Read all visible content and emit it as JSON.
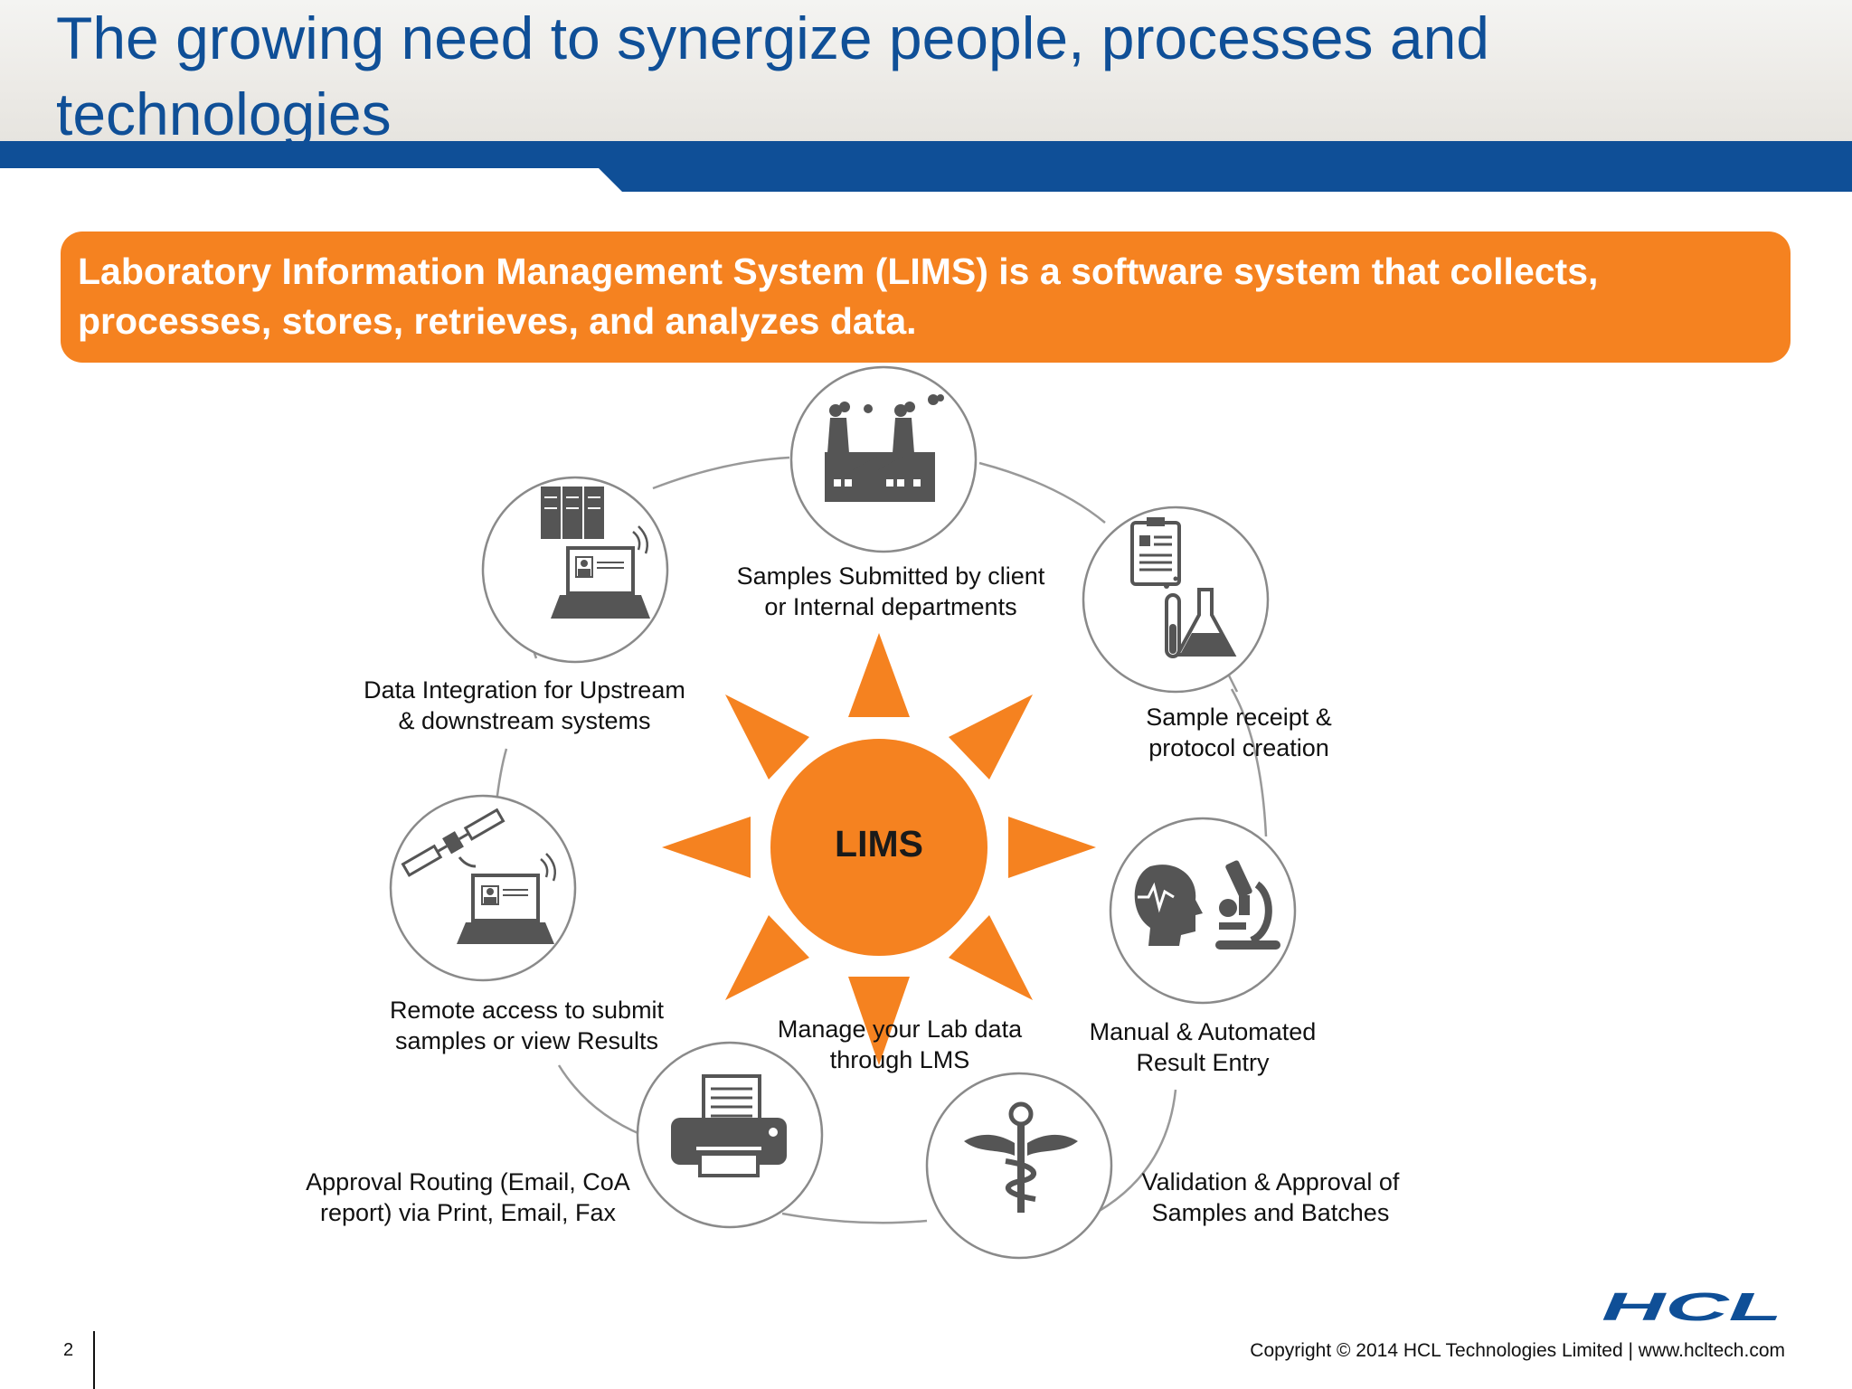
{
  "slide": {
    "title": "The growing need to synergize people, processes and technologies",
    "banner": "Laboratory Information Management System (LIMS) is a software system that collects, processes, stores, retrieves, and analyzes data.",
    "page_number": "2",
    "copyright": "Copyright © 2014 HCL Technologies Limited  |  www.hcltech.com",
    "logo_text": "HCL"
  },
  "diagram": {
    "center": "LIMS",
    "colors": {
      "orange": "#f58220",
      "blue": "#0f4f97",
      "icon": "#555555",
      "ring": "#999999"
    },
    "nodes": [
      {
        "icon": "factory-icon",
        "label_1": "Samples Submitted by client",
        "label_2": "or Internal departments"
      },
      {
        "icon": "clipboard-flask-icon",
        "label_1": "Sample receipt &",
        "label_2": "protocol creation"
      },
      {
        "icon": "head-microscope-icon",
        "label_1": "Manual & Automated",
        "label_2": "Result Entry"
      },
      {
        "icon": "caduceus-icon",
        "label_1": "Validation & Approval of",
        "label_2": "Samples and Batches"
      },
      {
        "icon": "printer-icon",
        "label_1": "Approval Routing (Email, CoA",
        "label_2": "report) via Print, Email, Fax"
      },
      {
        "icon": "satellite-laptop-icon",
        "label_1": "Remote access to submit",
        "label_2": "samples or view Results"
      },
      {
        "icon": "server-laptop-icon",
        "label_1": "Data Integration for Upstream",
        "label_2": "& downstream systems"
      }
    ],
    "center_caption_1": "Manage your Lab data",
    "center_caption_2": "through LMS"
  }
}
